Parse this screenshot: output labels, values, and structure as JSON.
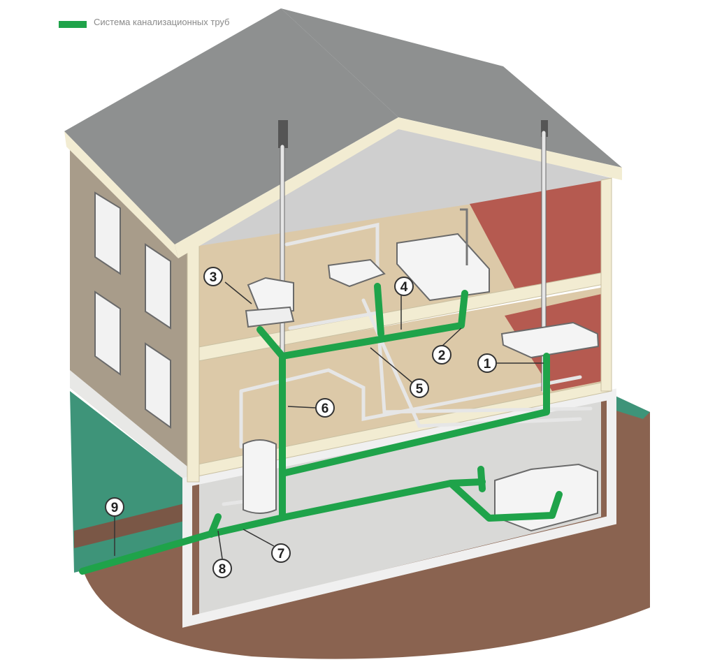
{
  "legend": {
    "text": "Система канализационных труб",
    "color": "#1fa34a"
  },
  "colors": {
    "sewer_pipe": "#1fa34a",
    "water_pipe": "#e4e4e4",
    "roof": "#8e9090",
    "wall": "#a89c8a",
    "ground": "#8a6350",
    "grass": "#3e9479",
    "floor": "#dcc9a8",
    "red_wall": "#b55a50"
  },
  "callouts": [
    {
      "label": "1"
    },
    {
      "label": "2"
    },
    {
      "label": "3"
    },
    {
      "label": "4"
    },
    {
      "label": "5"
    },
    {
      "label": "6"
    },
    {
      "label": "7"
    },
    {
      "label": "8"
    },
    {
      "label": "9"
    }
  ]
}
